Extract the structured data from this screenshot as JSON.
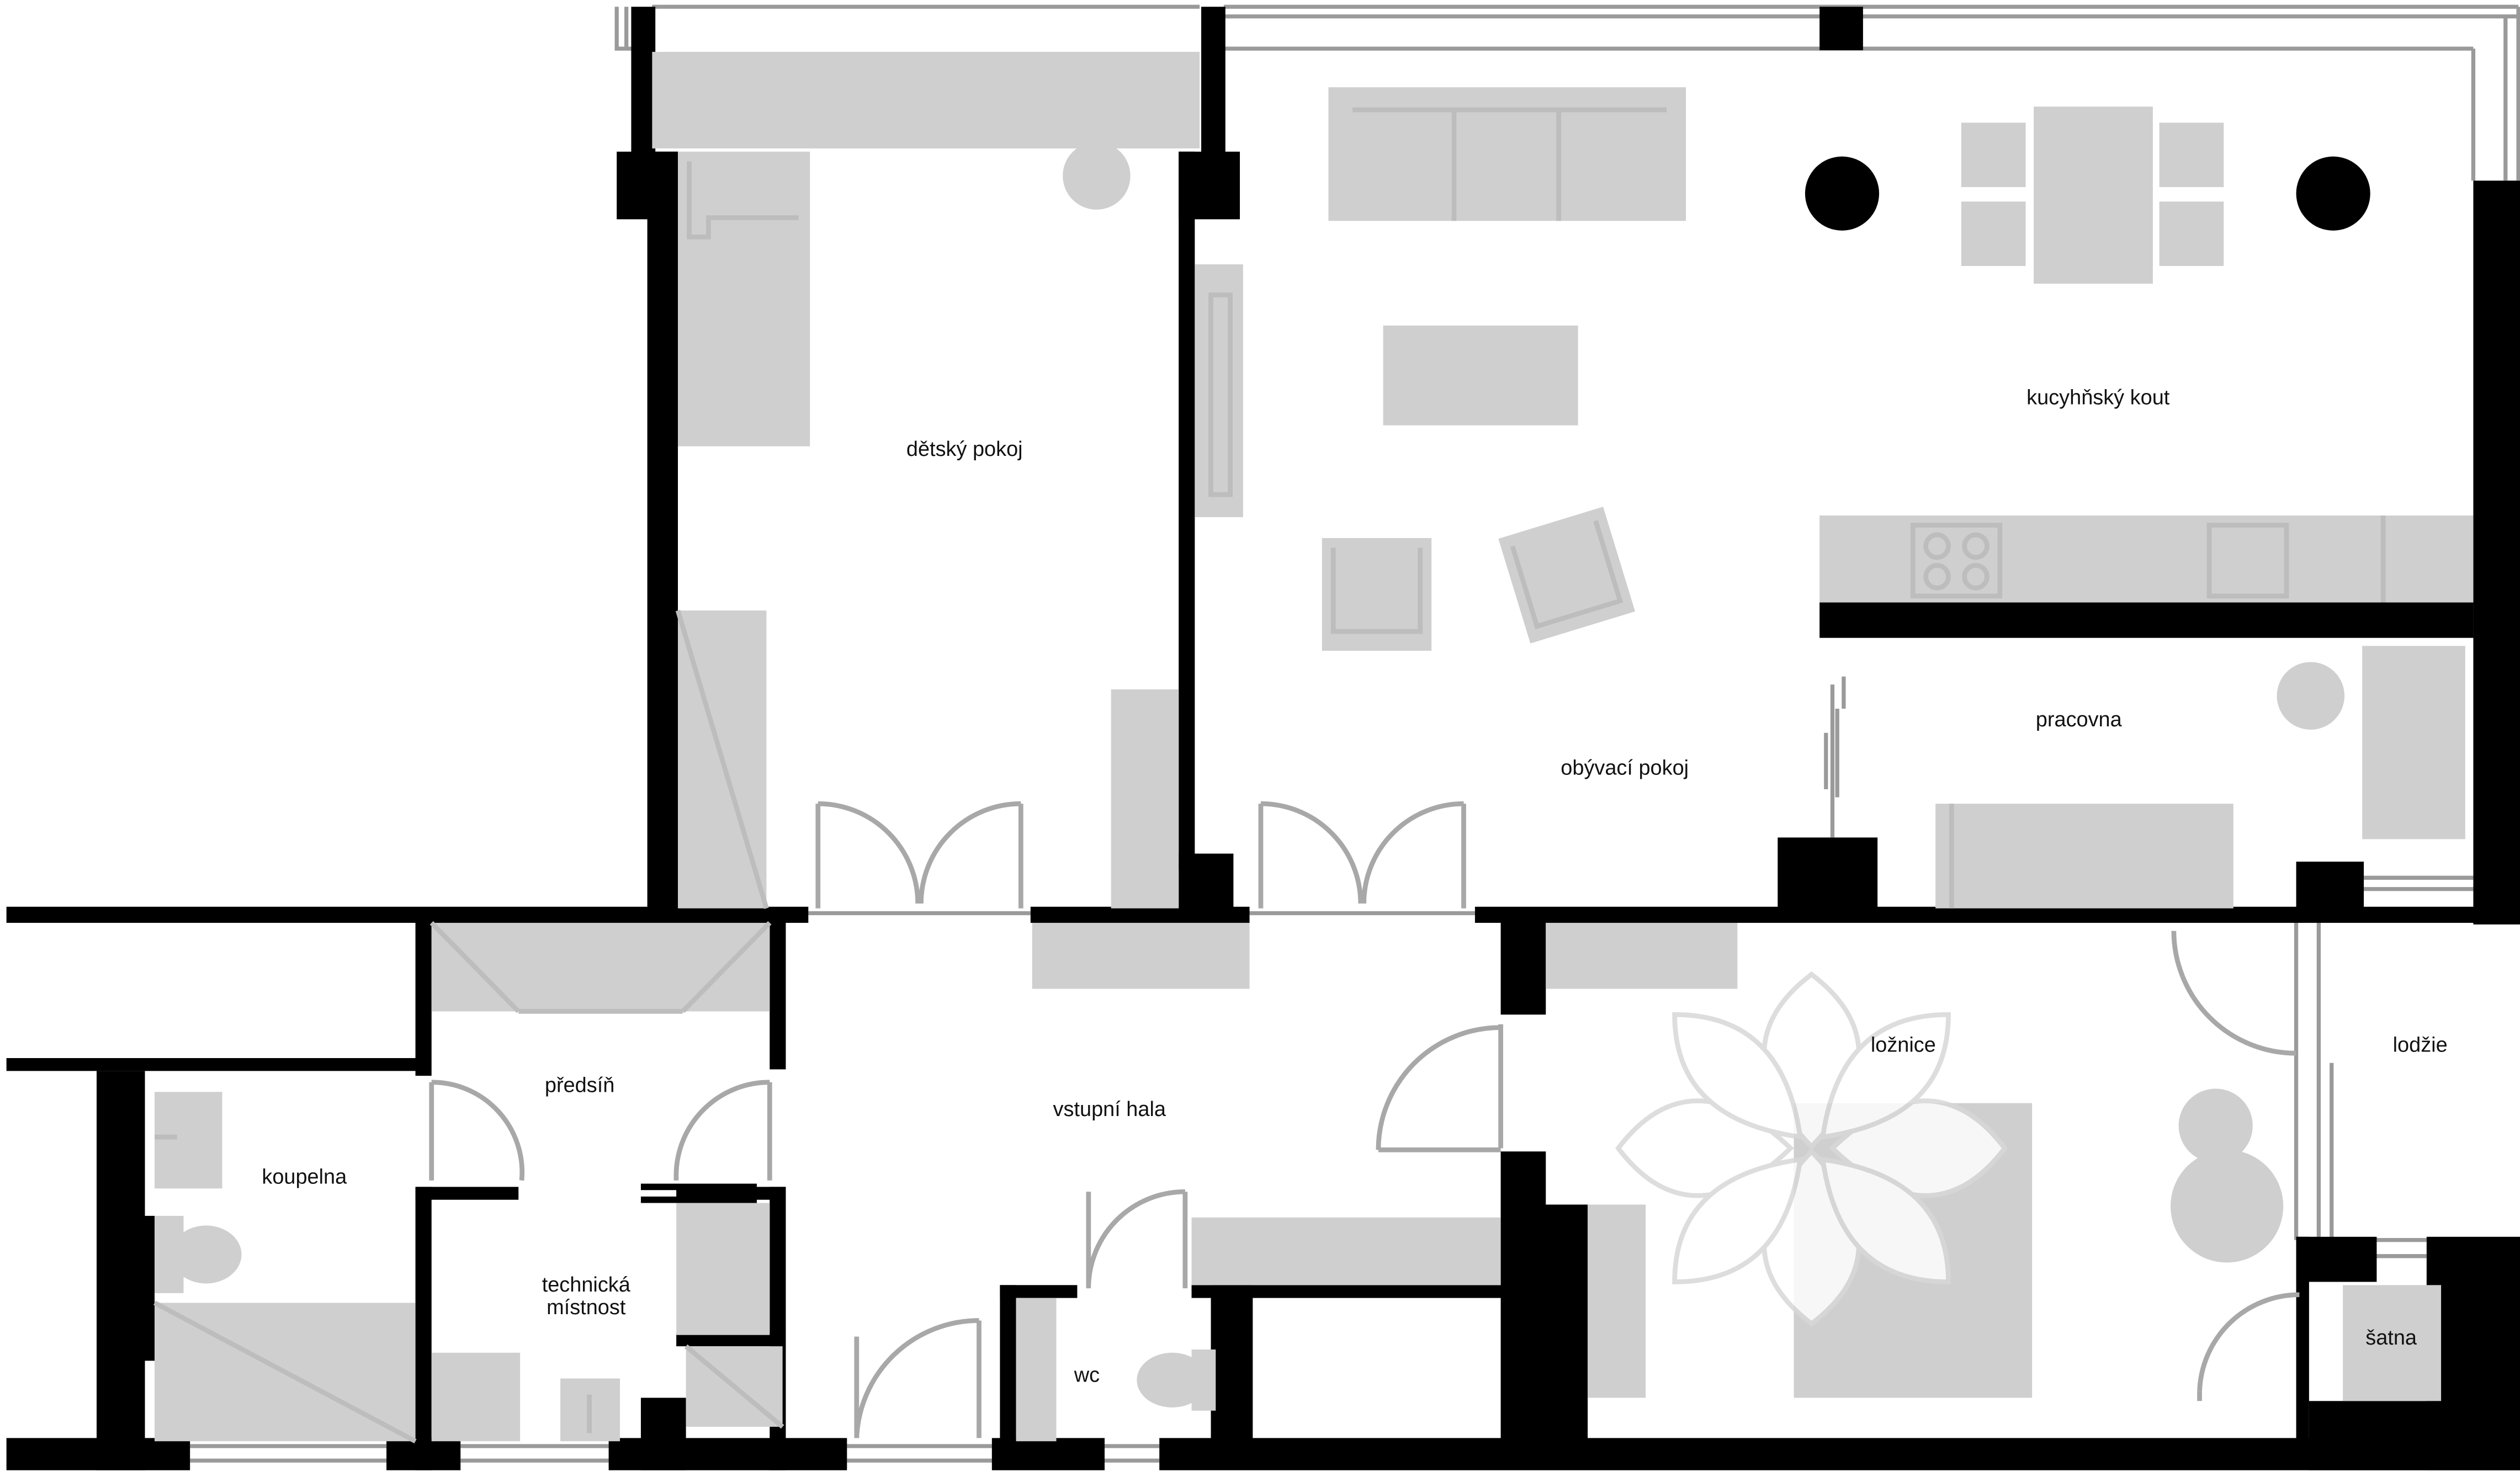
{
  "rooms": {
    "detsky_pokoj": "dětský pokoj",
    "kuchynsky_kout": "kucyhňský kout",
    "obyvaci_pokoj": "obývací pokoj",
    "pracovna": "pracovna",
    "predsin": "předsíň",
    "vstupni_hala": "vstupní hala",
    "loznice": "ložnice",
    "lodzie": "lodžie",
    "koupelna": "koupelna",
    "technicka_mistnost_line1": "technická",
    "technicka_mistnost_line2": "místnost",
    "wc": "wc",
    "satna": "šatna"
  },
  "colors": {
    "walls": "#000000",
    "furniture": "#cfcfcf",
    "background": "#ffffff"
  },
  "icons": {
    "watermark": "lotus-flower-logo"
  }
}
